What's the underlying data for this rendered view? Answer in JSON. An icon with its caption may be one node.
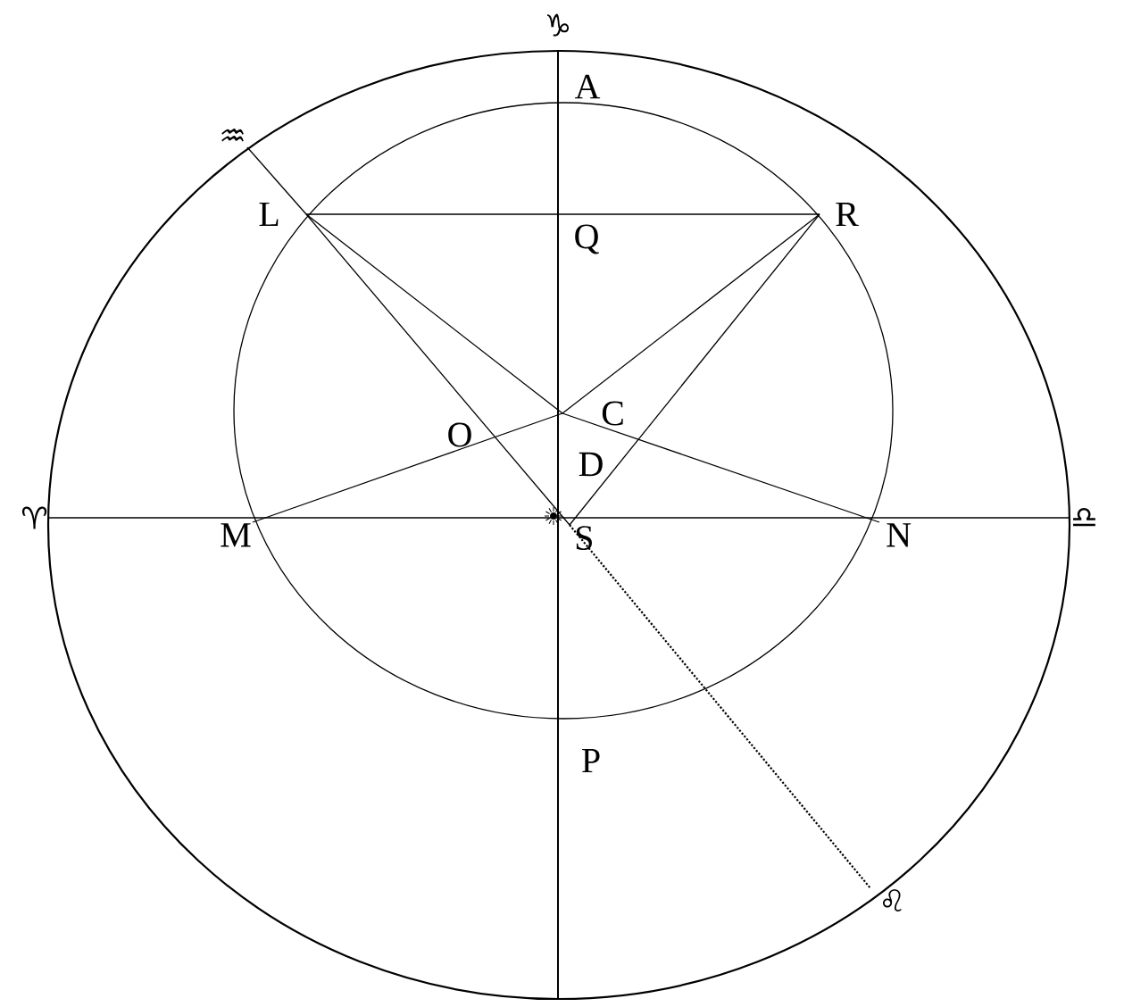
{
  "diagram": {
    "nodes": [
      {
        "text": [
          "♒"
        ]
      },
      {
        "text": [
          "L"
        ]
      },
      {
        "text": [
          "R"
        ]
      },
      {
        "text": [
          "C"
        ]
      },
      {
        "text": [
          "♈"
        ]
      },
      {
        "text": [
          "M"
        ]
      },
      {
        "text": [
          "S"
        ]
      },
      {
        "text": [
          "N"
        ]
      },
      {
        "text": [
          "♎"
        ]
      },
      {
        "text": [
          "♌"
        ]
      }
    ],
    "edges": [
      {
        "from": 0,
        "to": 1,
        "arrow": "none"
      },
      {
        "from": 1,
        "to": 2,
        "arrow": "none"
      },
      {
        "from": 1,
        "to": 3,
        "arrow": "none"
      },
      {
        "from": 1,
        "to": 6,
        "arrow": "none"
      },
      {
        "from": 5,
        "to": 3,
        "arrow": "none"
      },
      {
        "from": 3,
        "to": 2,
        "arrow": "none"
      },
      {
        "from": 2,
        "to": 6,
        "arrow": "none"
      },
      {
        "from": 3,
        "to": 7,
        "arrow": "none"
      },
      {
        "from": 4,
        "to": 8,
        "arrow": "none"
      },
      {
        "from": 6,
        "to": 9,
        "arrow": "none",
        "style": "dashed"
      }
    ],
    "labels": [
      "♑",
      "A",
      "Q",
      "O",
      "D",
      "P"
    ]
  }
}
